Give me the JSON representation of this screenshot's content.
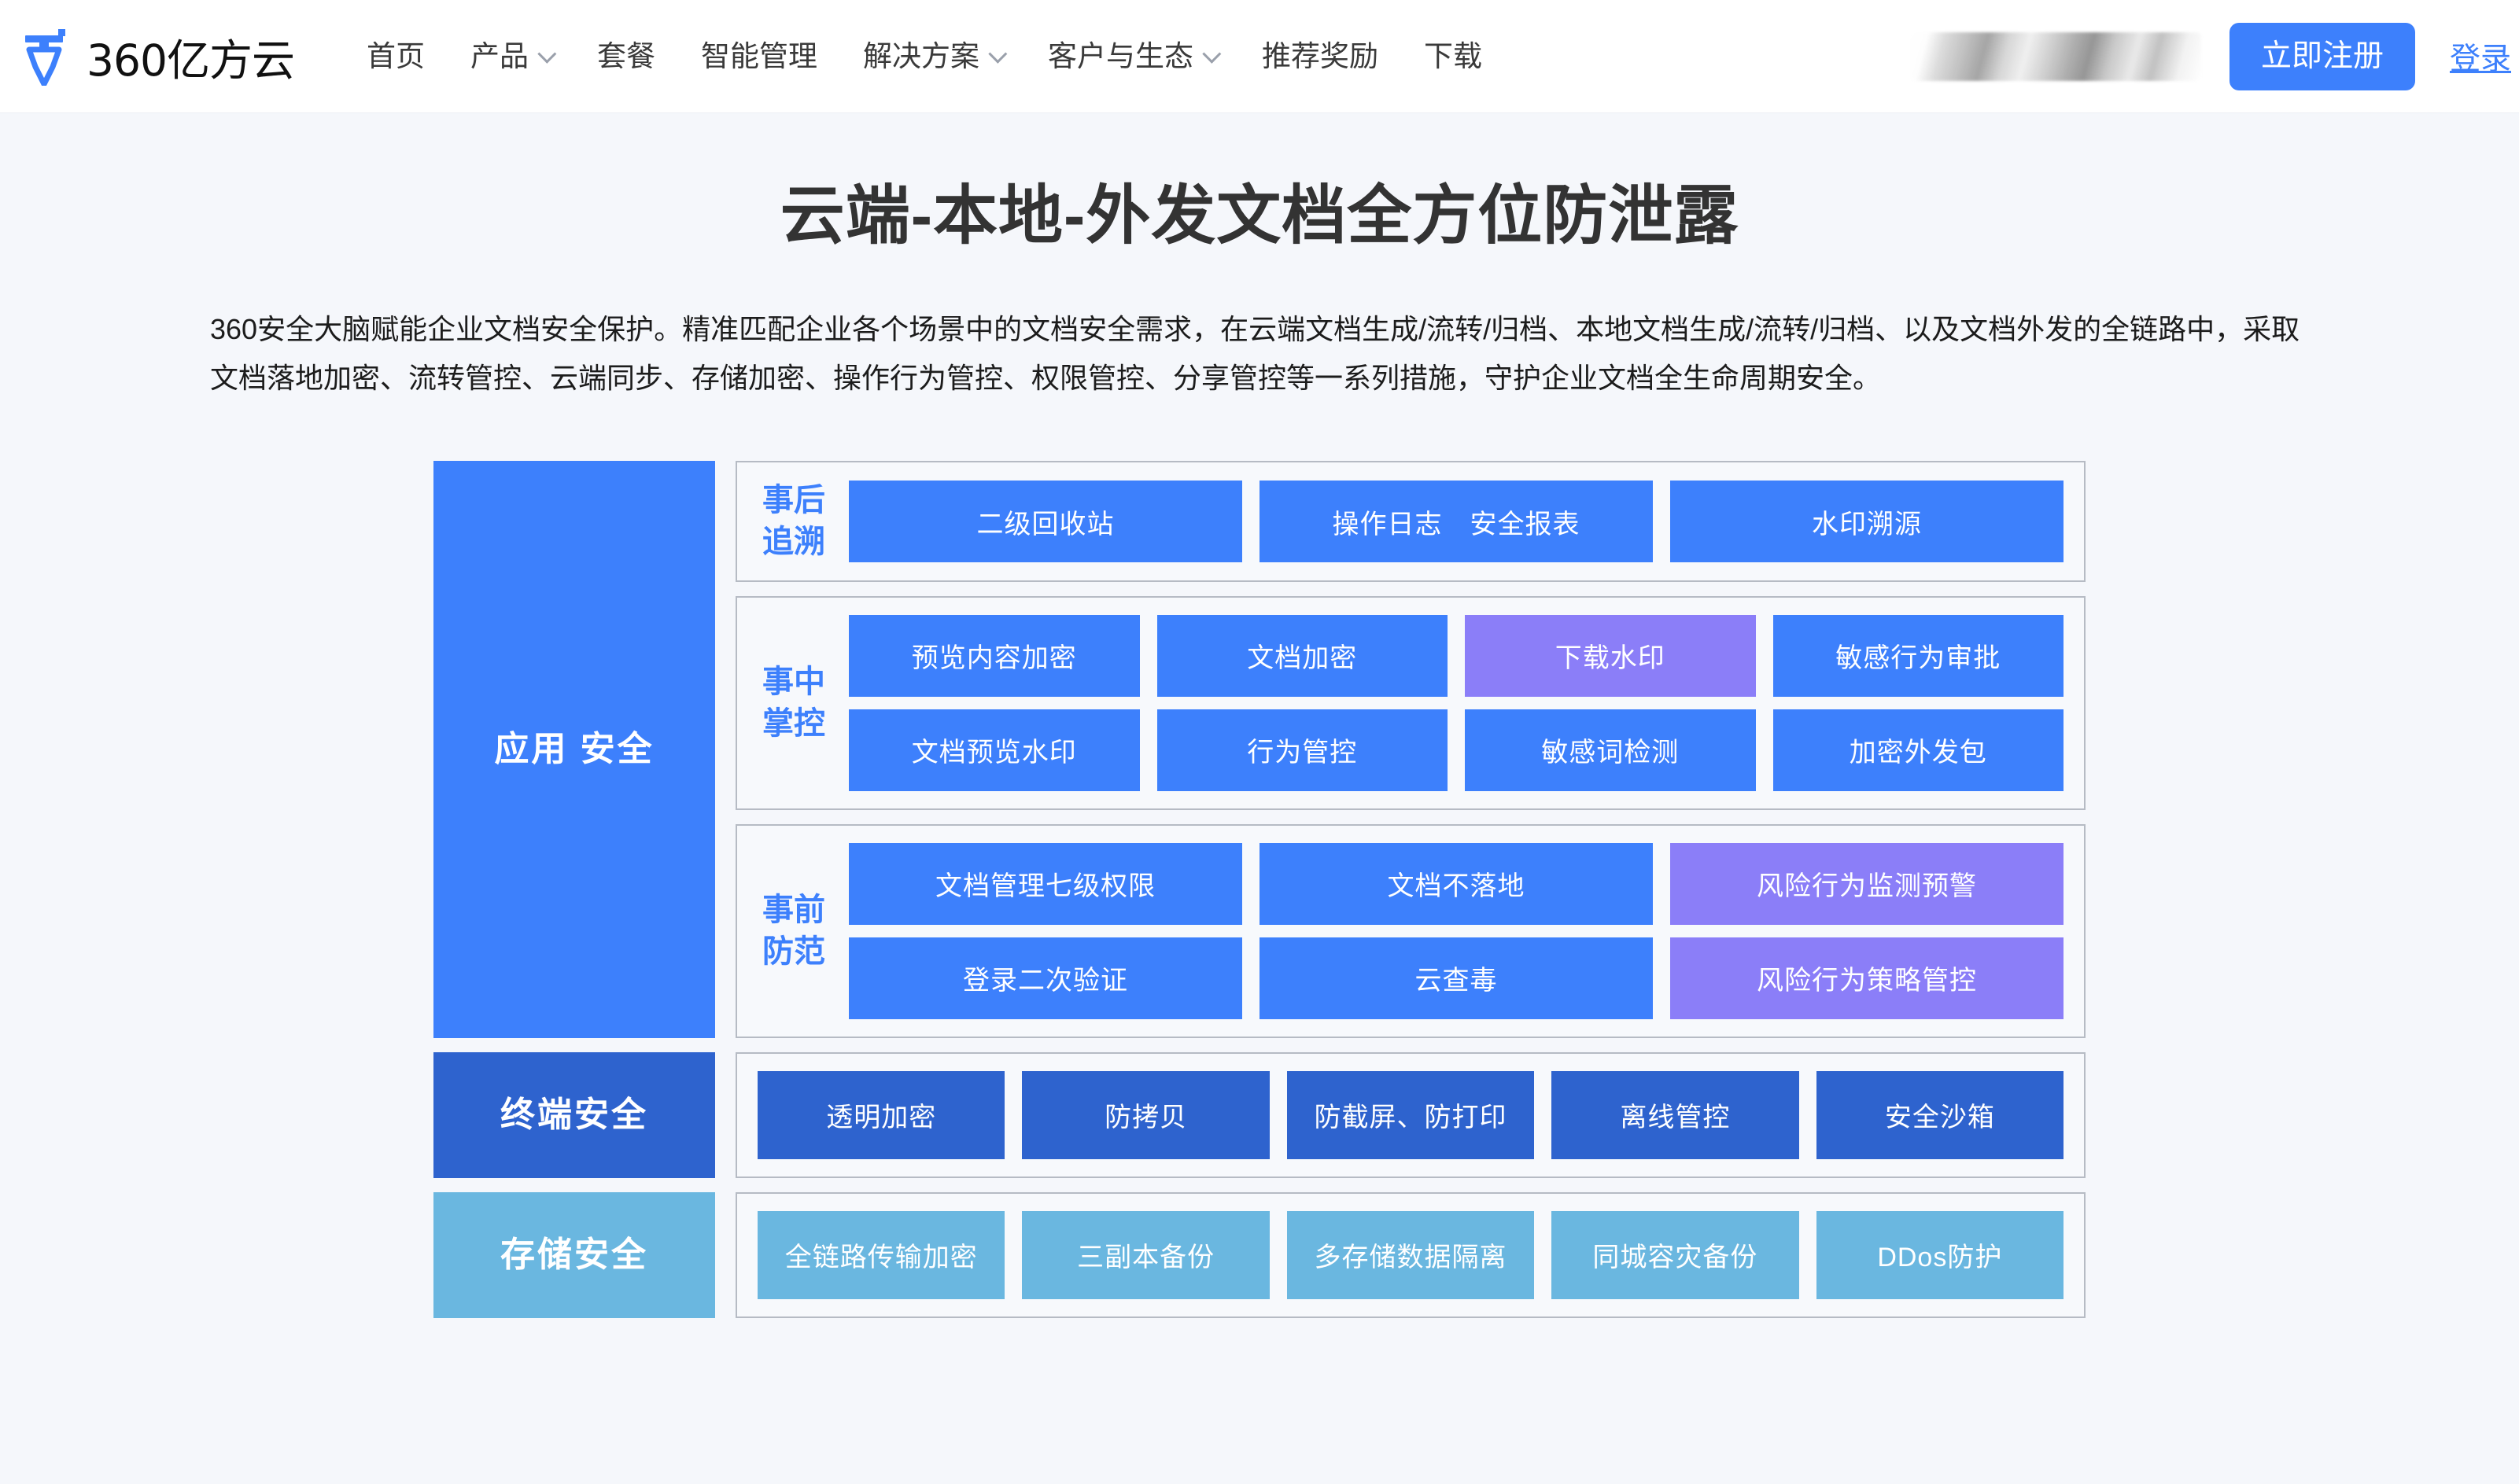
{
  "header": {
    "logo_text": "360亿方云",
    "logo_icon": "yifangyun-logo-icon",
    "nav": [
      {
        "label": "首页",
        "has_caret": false
      },
      {
        "label": "产品",
        "has_caret": true
      },
      {
        "label": "套餐",
        "has_caret": false
      },
      {
        "label": "智能管理",
        "has_caret": false
      },
      {
        "label": "解决方案",
        "has_caret": true
      },
      {
        "label": "客户与生态",
        "has_caret": true
      },
      {
        "label": "推荐奖励",
        "has_caret": false
      },
      {
        "label": "下载",
        "has_caret": false
      }
    ],
    "register_label": "立即注册",
    "login_label": "登录"
  },
  "hero": {
    "title": "云端-本地-外发文档全方位防泄露",
    "description": "360安全大脑赋能企业文档安全保护。精准匹配企业各个场景中的文档安全需求，在云端文档生成/流转/归档、本地文档生成/流转/归档、以及文档外发的全链路中，采取文档落地加密、流转管控、云端同步、存储加密、操作行为管控、权限管控、分享管控等一系列措施，守护企业文档全生命周期安全。"
  },
  "colors": {
    "brand_blue": "#3d80fc",
    "deep_blue": "#2e63ce",
    "light_blue": "#6ab7e0",
    "purple": "#8b7ef8",
    "page_bg": "#f5f7fb",
    "panel_bg": "#f7f9fc",
    "panel_border": "#b6bbc4"
  },
  "diagram": {
    "categories": [
      {
        "id": "application",
        "label": "应用\n安全",
        "color": "#3d80fc"
      },
      {
        "id": "terminal",
        "label": "终端安全",
        "color": "#2e63ce"
      },
      {
        "id": "storage",
        "label": "存储安全",
        "color": "#6ab7e0"
      }
    ],
    "application_groups": [
      {
        "id": "post-incident",
        "label": "事后\n追溯",
        "rows": [
          [
            {
              "text": "二级回收站",
              "color": "blue"
            },
            {
              "text": "操作日志　安全报表",
              "color": "blue"
            },
            {
              "text": "水印溯源",
              "color": "blue"
            }
          ]
        ]
      },
      {
        "id": "in-incident",
        "label": "事中\n掌控",
        "rows": [
          [
            {
              "text": "预览内容加密",
              "color": "blue"
            },
            {
              "text": "文档加密",
              "color": "blue"
            },
            {
              "text": "下载水印",
              "color": "purple"
            },
            {
              "text": "敏感行为审批",
              "color": "blue"
            }
          ],
          [
            {
              "text": "文档预览水印",
              "color": "blue"
            },
            {
              "text": "行为管控",
              "color": "blue"
            },
            {
              "text": "敏感词检测",
              "color": "blue"
            },
            {
              "text": "加密外发包",
              "color": "blue"
            }
          ]
        ]
      },
      {
        "id": "pre-incident",
        "label": "事前\n防范",
        "rows": [
          [
            {
              "text": "文档管理七级权限",
              "color": "blue"
            },
            {
              "text": "文档不落地",
              "color": "blue"
            },
            {
              "text": "风险行为监测预警",
              "color": "purple"
            }
          ],
          [
            {
              "text": "登录二次验证",
              "color": "blue"
            },
            {
              "text": "云查毒",
              "color": "blue"
            },
            {
              "text": "风险行为策略管控",
              "color": "purple"
            }
          ]
        ]
      }
    ],
    "terminal_tiles": [
      {
        "text": "透明加密",
        "color": "dblue"
      },
      {
        "text": "防拷贝",
        "color": "dblue"
      },
      {
        "text": "防截屏、防打印",
        "color": "dblue"
      },
      {
        "text": "离线管控",
        "color": "dblue"
      },
      {
        "text": "安全沙箱",
        "color": "dblue"
      }
    ],
    "storage_tiles": [
      {
        "text": "全链路传输加密",
        "color": "lblue"
      },
      {
        "text": "三副本备份",
        "color": "lblue"
      },
      {
        "text": "多存储数据隔离",
        "color": "lblue"
      },
      {
        "text": "同城容灾备份",
        "color": "lblue"
      },
      {
        "text": "DDos防护",
        "color": "lblue"
      }
    ]
  }
}
